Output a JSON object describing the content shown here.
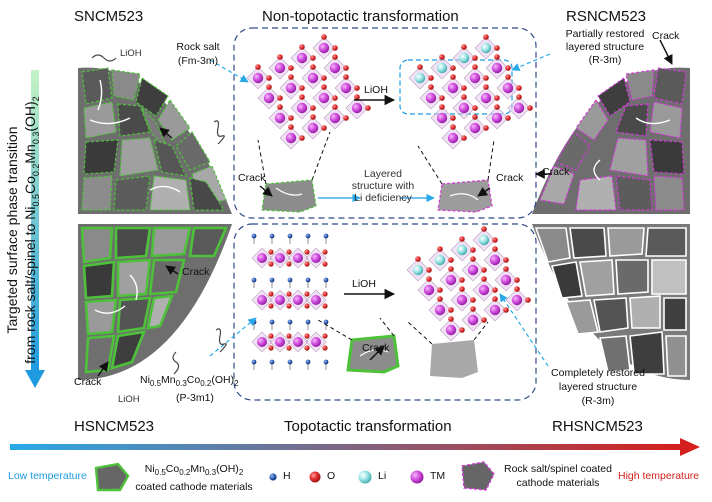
{
  "titles": {
    "top_left": "SNCM523",
    "top_center": "Non-topotactic transformation",
    "top_right": "RSNCM523",
    "bottom_left": "HSNCM523",
    "bottom_center": "Topotactic transformation",
    "bottom_right": "RHSNCM523"
  },
  "vertical_axis": {
    "line1": "Targeted surface phase transition",
    "line2_prefix": "from rock salt/spinel to Ni",
    "line2_formula": "0.5Co0.2Mn0.3(OH)2"
  },
  "vertical_axis_formula_parts": [
    "Ni",
    "0.5",
    "Co",
    "0.2",
    "Mn",
    "0.3",
    "(OH)",
    "2"
  ],
  "top_panel": {
    "rock_salt": "Rock salt",
    "rock_salt_group": "(Fm-3m)",
    "lioh": "LiOH",
    "partial_line1": "Partially restored",
    "partial_line2": "layered structure",
    "partial_line3": "(R-3m)",
    "layered_line1": "Layered",
    "layered_line2": "structure with",
    "layered_line3": "Li deficiency",
    "crack_left": "Crack",
    "crack_right": "Crack"
  },
  "bottom_panel": {
    "lioh": "LiOH",
    "completely_line1": "Completely restored",
    "completely_line2": "layered structure",
    "completely_line3": "(R-3m)",
    "hydroxide_group": "(P-3m1)",
    "crack": "Crack"
  },
  "particle_labels": {
    "lioh_top": "LiOH",
    "crack_top_left": "Crack",
    "crack_top_right": "Crack",
    "crack_mid_left": "Crack",
    "crack_bottom_left": "Crack",
    "lioh_bottom": "LiOH",
    "crack_right": "Crack"
  },
  "formula_parts": [
    "Ni",
    "0.5",
    "Mn",
    "0.3",
    "Co",
    "0.2",
    "(OH)",
    "2"
  ],
  "legend": {
    "low_temperature": "Low temperature",
    "high_temperature": "High temperature",
    "coated_line1_parts": [
      "Ni",
      "0.5",
      "Co",
      "0.2",
      "Mn",
      "0.3",
      "(OH)",
      "2"
    ],
    "coated_line2": "coated cathode materials",
    "h": "H",
    "o": "O",
    "li": "Li",
    "tm": "TM",
    "rock_salt_line1": "Rock salt/spinel coated",
    "rock_salt_line2": "cathode materials"
  },
  "colors": {
    "gradient_blue": "#29a9e8",
    "gradient_red": "#d4201c",
    "low_temp_text": "#1e9be0",
    "high_temp_text": "#d4201c",
    "vertical_arrow_top": "#c4f2c4",
    "vertical_arrow_bottom": "#1e9be0",
    "tm_atom": "#c634d4",
    "o_atom": "#d42424",
    "li_atom": "#7fd8d8",
    "h_atom": "#2a58b0",
    "green_coat": "#4ec13a",
    "pink_coat": "#d23ad8",
    "panel_border": "#2f4a8a"
  }
}
